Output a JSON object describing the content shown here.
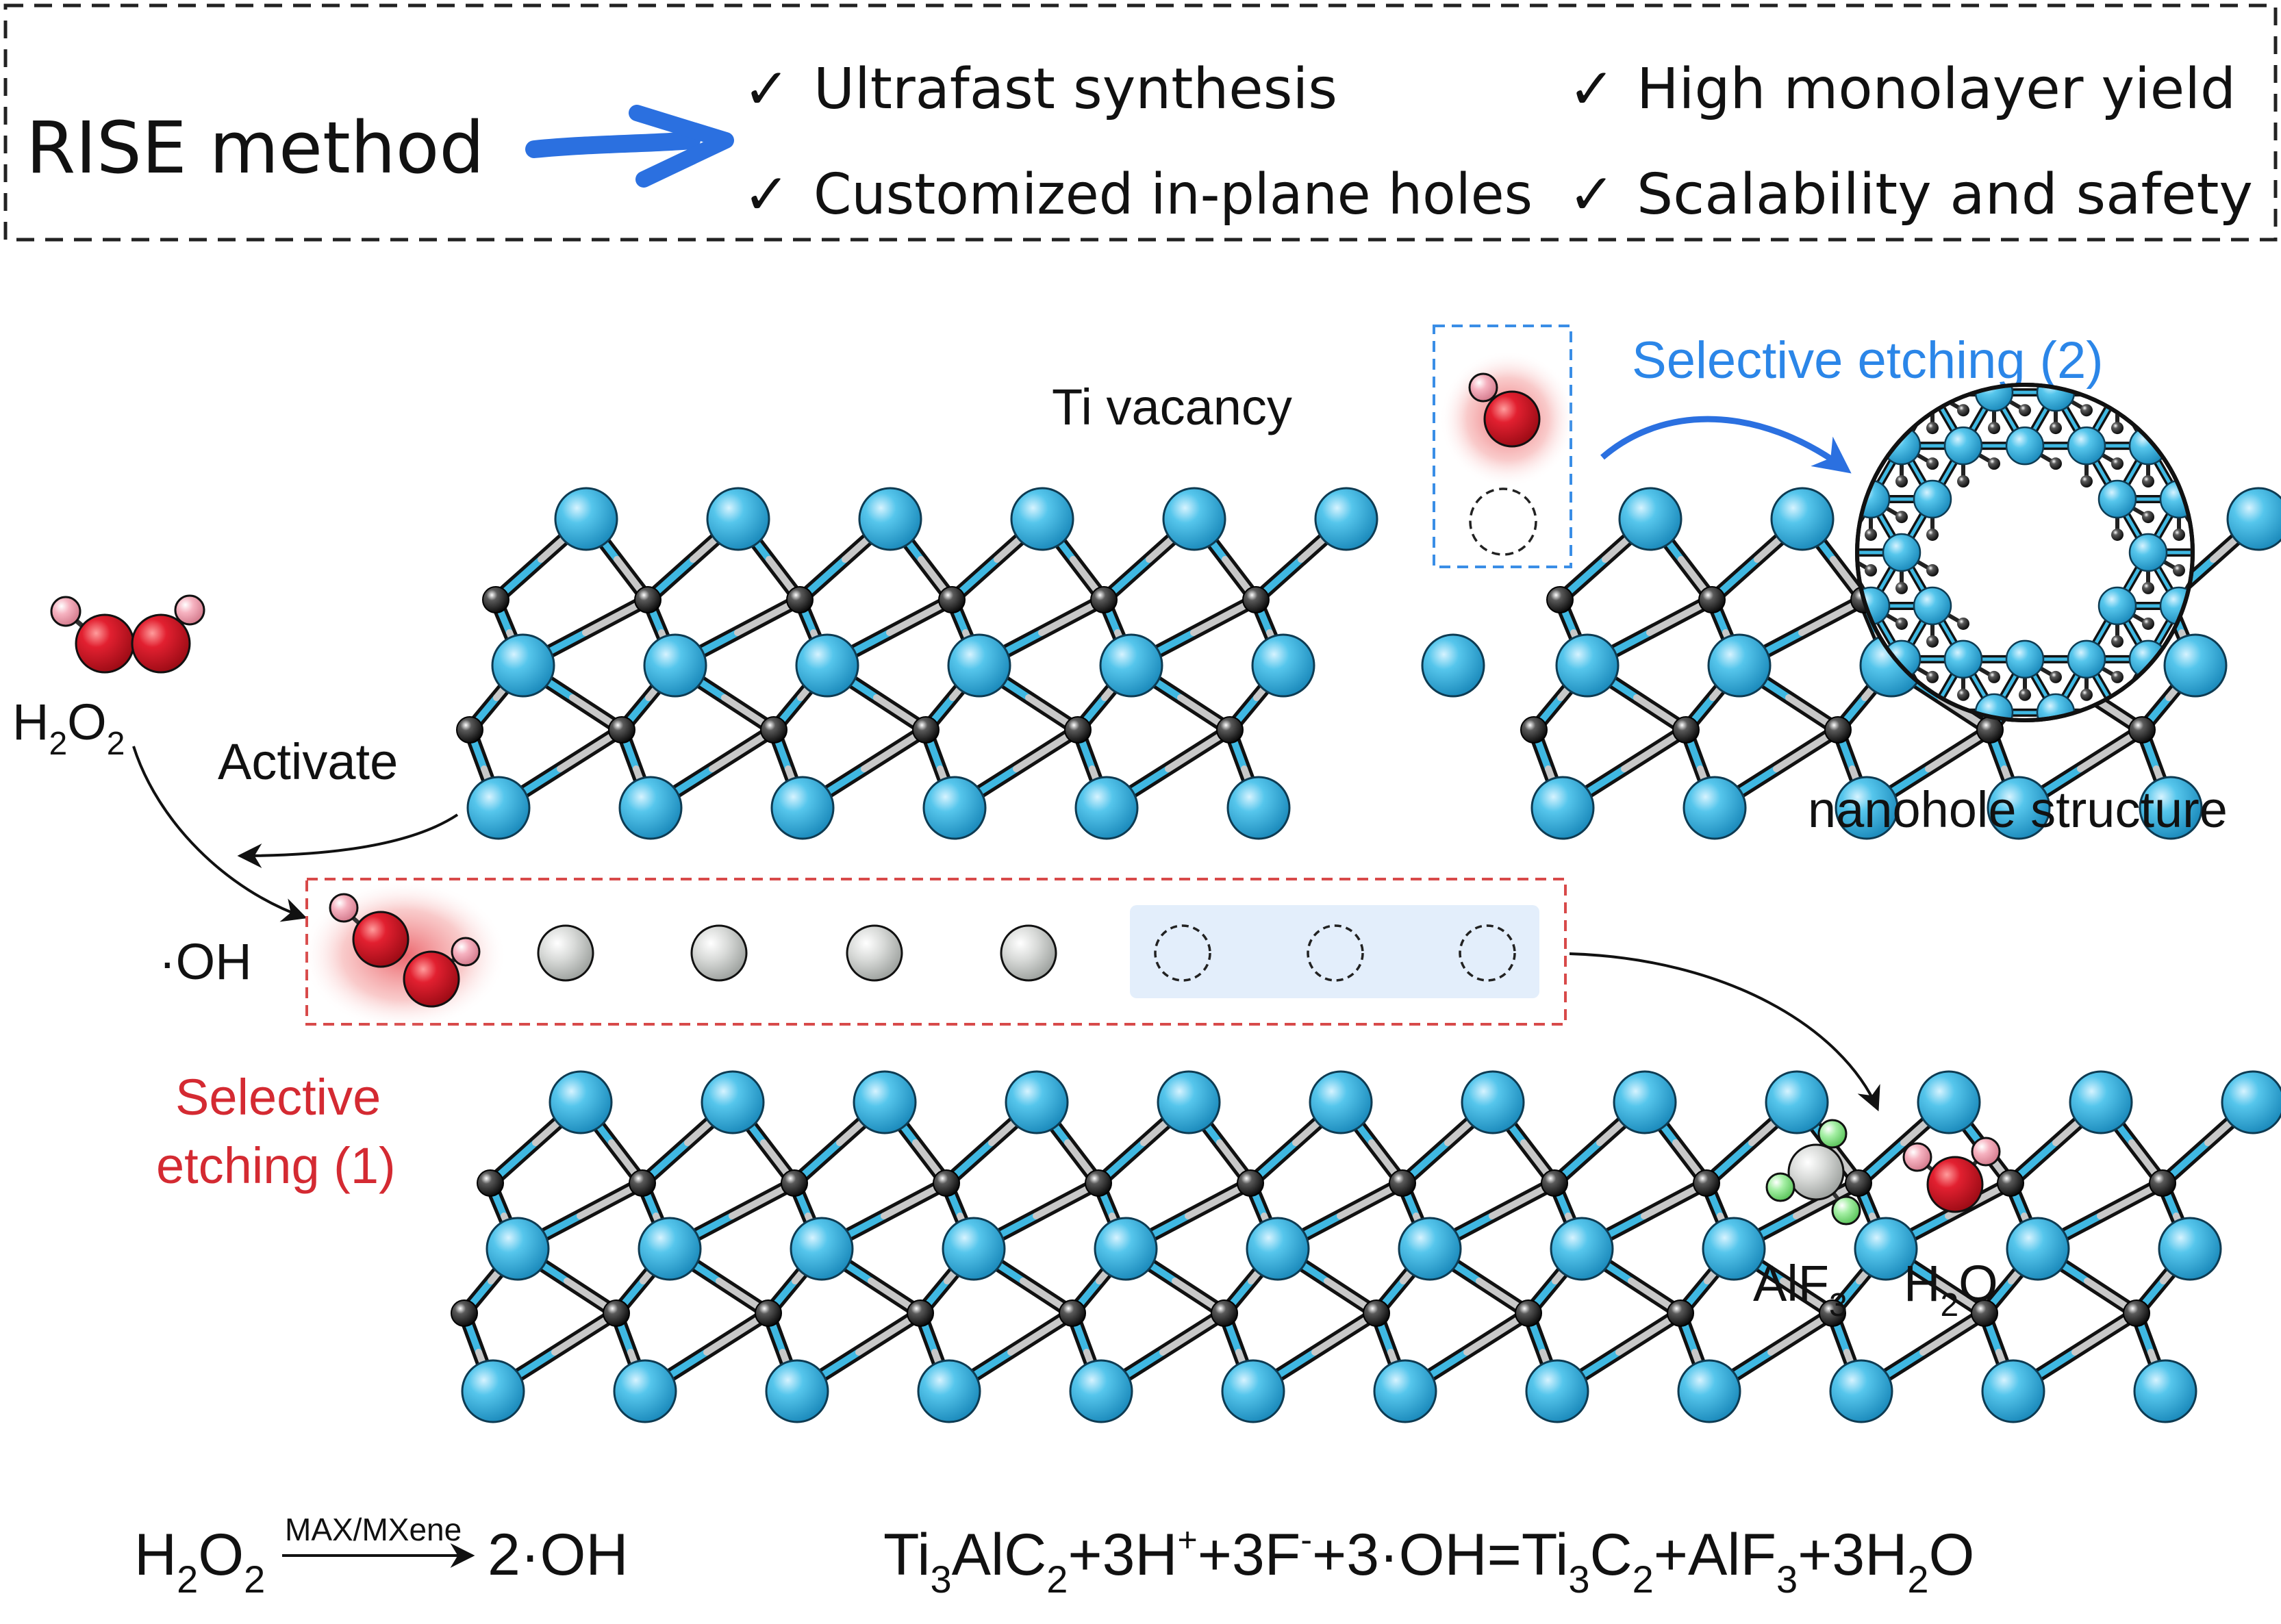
{
  "banner": {
    "method_label": "RISE method",
    "check_mark": "✓",
    "features": [
      "Ultrafast synthesis",
      "High monolayer yield",
      "Customized in-plane holes",
      "Scalability and safety"
    ]
  },
  "labels": {
    "ti_vacancy": "Ti vacancy",
    "selective_etching_2": "Selective etching (2)",
    "nanohole_structure": "nanohole structure",
    "activate": "Activate",
    "hydroxyl": "·OH",
    "selective_etching_1_line1": "Selective",
    "selective_etching_1_line2": "etching (1)"
  },
  "species": {
    "h2o2": {
      "main": "H",
      "sub1": "2",
      "mid": "O",
      "sub2": "2"
    },
    "alf3": {
      "main": "AlF",
      "sub": "3"
    },
    "h2o": {
      "main": "H",
      "sub": "2",
      "end": "O"
    }
  },
  "equations": {
    "eq1": {
      "left": "H",
      "left_sub1": "2",
      "left_mid": "O",
      "left_sub2": "2",
      "catalyst": "MAX/MXene",
      "right": "2·OH"
    },
    "eq2": {
      "parts": [
        {
          "t": "Ti"
        },
        {
          "s": "3"
        },
        {
          "t": "AlC"
        },
        {
          "s": "2"
        },
        {
          "t": "+3H"
        },
        {
          "p": "+"
        },
        {
          "t": "+3F"
        },
        {
          "p": "-"
        },
        {
          "t": "+3·OH=Ti"
        },
        {
          "s": "3"
        },
        {
          "t": "C"
        },
        {
          "s": "2"
        },
        {
          "t": "+AlF"
        },
        {
          "s": "3"
        },
        {
          "t": "+3H"
        },
        {
          "s": "2"
        },
        {
          "t": "O"
        }
      ]
    }
  },
  "colors": {
    "ti_atom": "#3fb8e2",
    "carbon_atom": "#1e1e1e",
    "al_atom": "#d4d6d4",
    "oxygen": "#d81e2a",
    "hydrogen": "#f3a5b5",
    "fluorine": "#8fe58f",
    "label_red": "#d42a32",
    "label_blue": "#2b86e8",
    "arrow_blue": "#2b70e0"
  }
}
